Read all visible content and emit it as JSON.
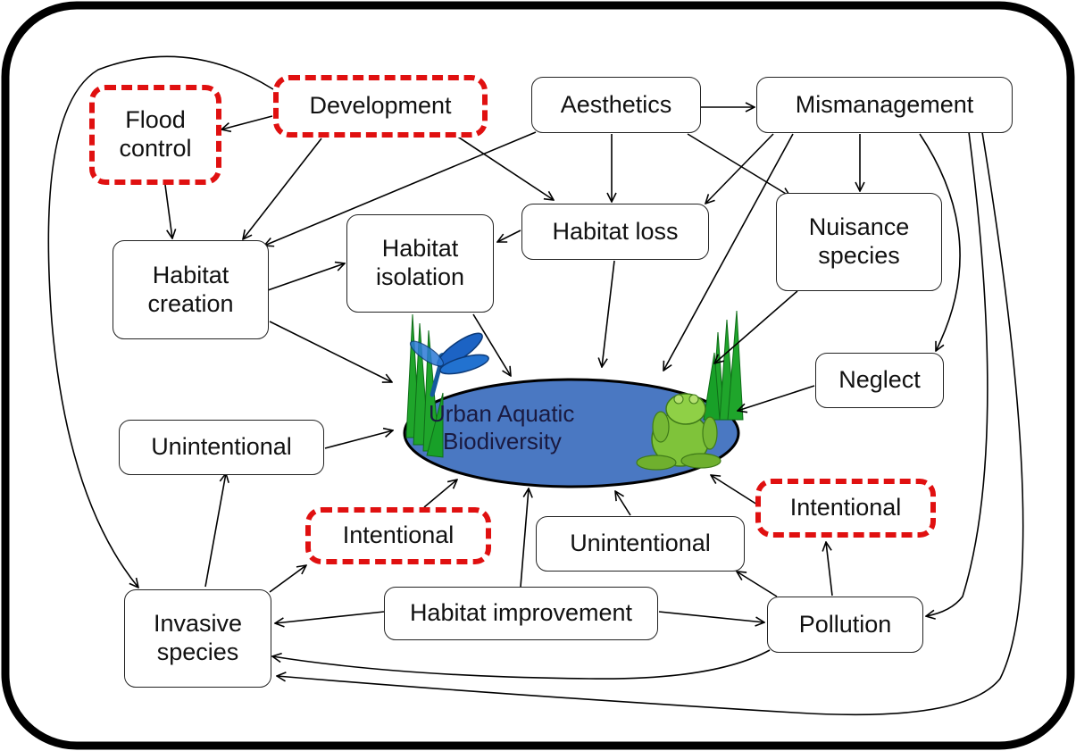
{
  "nodes": {
    "flood_control": [
      "Flood",
      "control"
    ],
    "development": "Development",
    "aesthetics": "Aesthetics",
    "mismanagement": "Mismanagement",
    "habitat_loss": "Habitat loss",
    "habitat_isolation": [
      "Habitat",
      "isolation"
    ],
    "habitat_creation": [
      "Habitat",
      "creation"
    ],
    "nuisance_species": [
      "Nuisance",
      "species"
    ],
    "neglect": "Neglect",
    "unintentional_left": "Unintentional",
    "intentional_left": "Intentional",
    "intentional_right": "Intentional",
    "unintentional_right": "Unintentional",
    "invasive_species": [
      "Invasive",
      "species"
    ],
    "habitat_improvement": "Habitat improvement",
    "pollution": "Pollution"
  },
  "center": [
    "Urban Aquatic",
    "Biodiversity"
  ],
  "colors": {
    "highlight_border": "#e01010",
    "pond_fill": "#4a78c2",
    "reed_green": "#1fa52b",
    "frog_green": "#7fc33a",
    "dragonfly_blue": "#1c63c4"
  }
}
